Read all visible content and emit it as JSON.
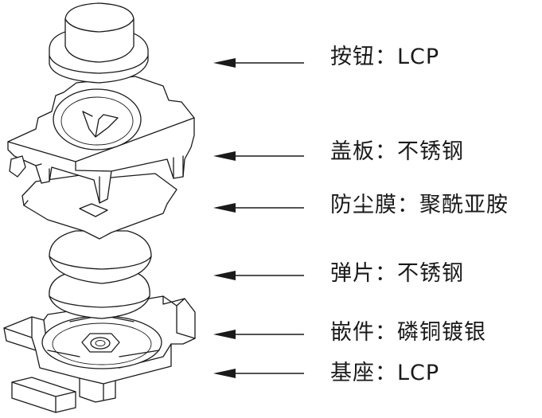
{
  "callouts": [
    {
      "name": "按钮",
      "material": "LCP",
      "text": "按钮：LCP"
    },
    {
      "name": "盖板",
      "material": "不锈钢",
      "text": "盖板：不锈钢"
    },
    {
      "name": "防尘膜",
      "material": "聚酰亚胺",
      "text": "防尘膜：聚酰亚胺"
    },
    {
      "name": "弹片",
      "material": "不锈钢",
      "text": "弹片：不锈钢"
    },
    {
      "name": "嵌件",
      "material": "磷铜镀银",
      "text": "嵌件：磷铜镀银"
    },
    {
      "name": "基座",
      "material": "LCP",
      "text": "基座：LCP"
    }
  ],
  "colors": {
    "line": "#1a1a1a",
    "background": "#ffffff"
  }
}
